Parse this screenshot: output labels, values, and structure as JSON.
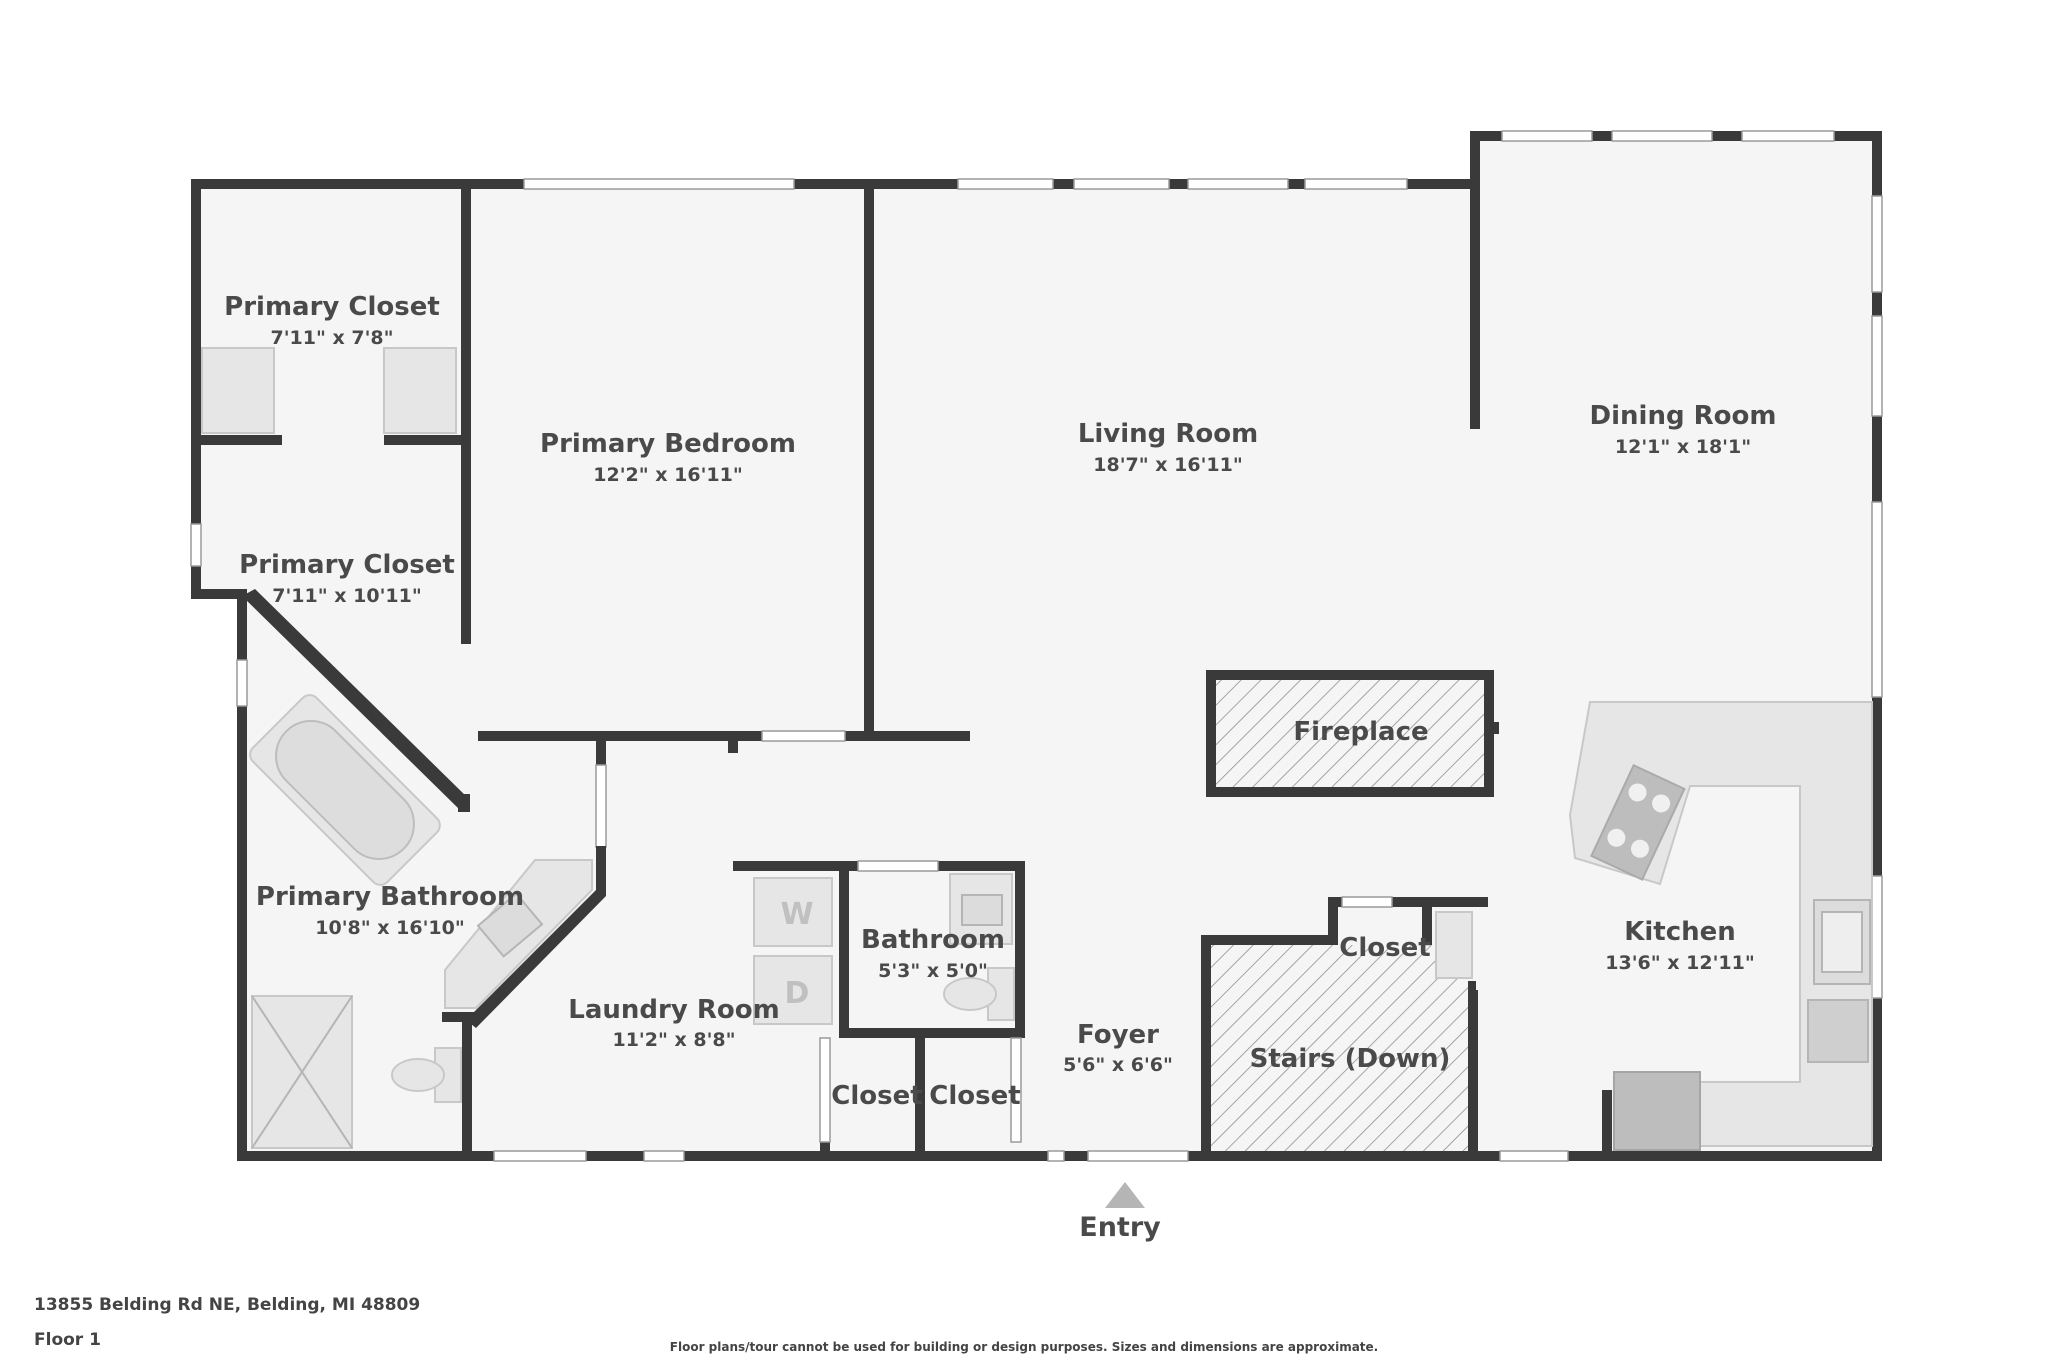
{
  "address": "13855 Belding Rd NE, Belding, MI 48809",
  "floor": "Floor 1",
  "disclaimer": "Floor plans/tour cannot be used for building or design purposes. Sizes and dimensions are approximate.",
  "entry_label": "Entry",
  "rooms": {
    "primary_closet_top": {
      "name": "Primary Closet",
      "dims": "7'11\" x 7'8\""
    },
    "primary_closet_bottom": {
      "name": "Primary Closet",
      "dims": "7'11\" x 10'11\""
    },
    "primary_bedroom": {
      "name": "Primary Bedroom",
      "dims": "12'2\" x 16'11\""
    },
    "living_room": {
      "name": "Living Room",
      "dims": "18'7\" x 16'11\""
    },
    "dining_room": {
      "name": "Dining Room",
      "dims": "12'1\" x 18'1\""
    },
    "primary_bathroom": {
      "name": "Primary Bathroom",
      "dims": "10'8\" x 16'10\""
    },
    "fireplace": {
      "name": "Fireplace"
    },
    "bathroom": {
      "name": "Bathroom",
      "dims": "5'3\" x 5'0\""
    },
    "laundry_room": {
      "name": "Laundry Room",
      "dims": "11'2\" x 8'8\""
    },
    "closet_stairs": {
      "name": "Closet"
    },
    "kitchen": {
      "name": "Kitchen",
      "dims": "13'6\" x 12'11\""
    },
    "foyer": {
      "name": "Foyer",
      "dims": "5'6\" x 6'6\""
    },
    "stairs": {
      "name": "Stairs (Down)"
    },
    "closet_a": {
      "name": "Closet"
    },
    "closet_b": {
      "name": "Closet"
    }
  },
  "appliances": {
    "washer": "W",
    "dryer": "D"
  }
}
